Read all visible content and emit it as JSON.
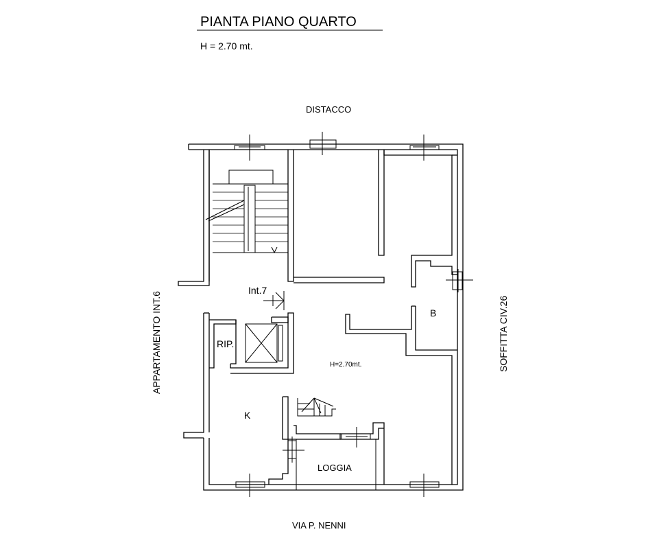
{
  "title": "PIANTA PIANO QUARTO",
  "height_note": "H =  2.70 mt.",
  "sides": {
    "top": "DISTACCO",
    "bottom": "VIA P. NENNI",
    "left": "APPARTAMENTO INT.6",
    "right": "SOFFITTA CIV.26"
  },
  "labels": {
    "entrance": "Int.7",
    "storage": "RIP.",
    "kitchen": "K",
    "bath": "B",
    "loggia": "LOGGIA",
    "room_height": "H=2.70mt."
  }
}
